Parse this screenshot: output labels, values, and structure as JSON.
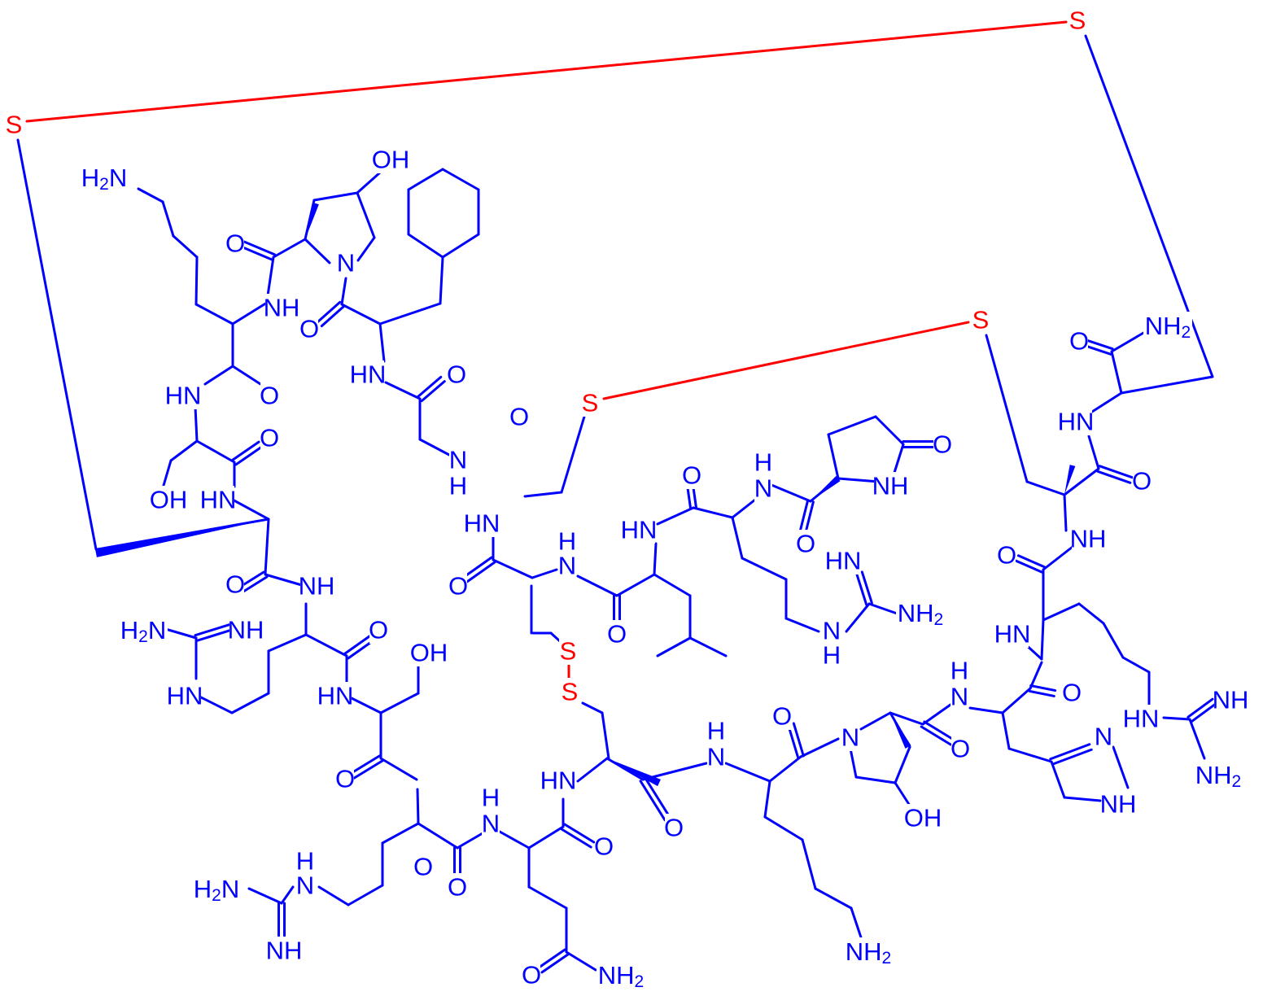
{
  "colors": {
    "backbone": "#0000ff",
    "disulfide": "#ff0000",
    "background": "#ffffff"
  },
  "atoms": [
    {
      "id": "s_top_left",
      "text": "S",
      "element": "S"
    },
    {
      "id": "s_top_right",
      "text": "S",
      "element": "S"
    },
    {
      "id": "s_mid_right",
      "text": "S",
      "element": "S"
    },
    {
      "id": "s_mid_center",
      "text": "S",
      "element": "S"
    },
    {
      "id": "s_ss_upper",
      "text": "S",
      "element": "S"
    },
    {
      "id": "s_ss_lower",
      "text": "S",
      "element": "S"
    },
    {
      "id": "lys1_nh2",
      "text": "H2N",
      "element": "N"
    },
    {
      "id": "hyp1_oh",
      "text": "OH",
      "element": "O"
    },
    {
      "id": "hyp1_o",
      "text": "O",
      "element": "O"
    },
    {
      "id": "hyp1_n",
      "text": "N",
      "element": "N"
    },
    {
      "id": "lys1_nh",
      "text": "NH",
      "element": "N"
    },
    {
      "id": "hyp1_co_o",
      "text": "O",
      "element": "O"
    },
    {
      "id": "gly_hn",
      "text": "HN",
      "element": "N"
    },
    {
      "id": "gly_o",
      "text": "O",
      "element": "O"
    },
    {
      "id": "ser1_hn",
      "text": "HN",
      "element": "N"
    },
    {
      "id": "lys1_o",
      "text": "O",
      "element": "O"
    },
    {
      "id": "ser1_o",
      "text": "O",
      "element": "O"
    },
    {
      "id": "ser1_oh",
      "text": "OH",
      "element": "O"
    },
    {
      "id": "cys1_hn",
      "text": "HN",
      "element": "N"
    },
    {
      "id": "cys1_o",
      "text": "O",
      "element": "O"
    },
    {
      "id": "arg1_co_o",
      "text": "O",
      "element": "O"
    },
    {
      "id": "arg1_nh",
      "text": "NH",
      "element": "N"
    },
    {
      "id": "arg1_h2n",
      "text": "H2N",
      "element": "N"
    },
    {
      "id": "arg1_nh_imine",
      "text": "NH",
      "element": "N"
    },
    {
      "id": "arg1_hn",
      "text": "HN",
      "element": "N"
    },
    {
      "id": "arg1_o",
      "text": "O",
      "element": "O"
    },
    {
      "id": "ser2_oh",
      "text": "OH",
      "element": "O"
    },
    {
      "id": "ser2_hn",
      "text": "HN",
      "element": "N"
    },
    {
      "id": "ser2_o",
      "text": "O",
      "element": "O"
    },
    {
      "id": "gly_nh",
      "text": "N",
      "element": "N"
    },
    {
      "id": "gly_nh_h",
      "text": "H",
      "element": "H"
    },
    {
      "id": "gly_co_o",
      "text": "O",
      "element": "O"
    },
    {
      "id": "cys2_hn",
      "text": "HN",
      "element": "N"
    },
    {
      "id": "cys2_o",
      "text": "O",
      "element": "O"
    },
    {
      "id": "cys3_nh_h",
      "text": "H",
      "element": "H"
    },
    {
      "id": "cys3_nh",
      "text": "N",
      "element": "N"
    },
    {
      "id": "leu_hn",
      "text": "HN",
      "element": "N"
    },
    {
      "id": "leu_o",
      "text": "O",
      "element": "O"
    },
    {
      "id": "arg2_nh_h",
      "text": "H",
      "element": "H"
    },
    {
      "id": "arg2_nh",
      "text": "N",
      "element": "N"
    },
    {
      "id": "arg2_co_o",
      "text": "O",
      "element": "O"
    },
    {
      "id": "leu_co_o",
      "text": "O",
      "element": "O"
    },
    {
      "id": "pglu_o",
      "text": "O",
      "element": "O"
    },
    {
      "id": "pglu_nh",
      "text": "NH",
      "element": "N"
    },
    {
      "id": "pglu_co_o",
      "text": "O",
      "element": "O"
    },
    {
      "id": "arg2_hn_imine",
      "text": "HN",
      "element": "N"
    },
    {
      "id": "arg2_nh2",
      "text": "NH2",
      "element": "N"
    },
    {
      "id": "arg2_n",
      "text": "N",
      "element": "N"
    },
    {
      "id": "arg2_n_h",
      "text": "H",
      "element": "H"
    },
    {
      "id": "arg3_nh_h",
      "text": "H",
      "element": "H"
    },
    {
      "id": "arg3_nh",
      "text": "N",
      "element": "N"
    },
    {
      "id": "arg3_h2n",
      "text": "H2N",
      "element": "N"
    },
    {
      "id": "arg3_n",
      "text": "N",
      "element": "N"
    },
    {
      "id": "arg3_nh_imine",
      "text": "NH",
      "element": "N"
    },
    {
      "id": "arg3_o",
      "text": "O",
      "element": "O"
    },
    {
      "id": "arg3_co_o",
      "text": "O",
      "element": "O"
    },
    {
      "id": "gln_nh_h",
      "text": "H",
      "element": "H"
    },
    {
      "id": "gln_nh",
      "text": "N",
      "element": "N"
    },
    {
      "id": "gln_o",
      "text": "O",
      "element": "O"
    },
    {
      "id": "gln_side_o",
      "text": "O",
      "element": "O"
    },
    {
      "id": "gln_nh2",
      "text": "NH2",
      "element": "N"
    },
    {
      "id": "cys4_hn",
      "text": "HN",
      "element": "N"
    },
    {
      "id": "cys4_o",
      "text": "O",
      "element": "O"
    },
    {
      "id": "lys2_nh_h",
      "text": "H",
      "element": "H"
    },
    {
      "id": "lys2_nh",
      "text": "N",
      "element": "N"
    },
    {
      "id": "lys2_o",
      "text": "O",
      "element": "O"
    },
    {
      "id": "hyp2_n",
      "text": "N",
      "element": "N"
    },
    {
      "id": "hyp2_oh",
      "text": "OH",
      "element": "O"
    },
    {
      "id": "hyp2_o",
      "text": "O",
      "element": "O"
    },
    {
      "id": "lys2_nh2",
      "text": "NH2",
      "element": "N"
    },
    {
      "id": "his_nh_h",
      "text": "H",
      "element": "H"
    },
    {
      "id": "his_nh",
      "text": "N",
      "element": "N"
    },
    {
      "id": "his_o",
      "text": "O",
      "element": "O"
    },
    {
      "id": "his_ring_n",
      "text": "N",
      "element": "N"
    },
    {
      "id": "his_ring_nh",
      "text": "NH",
      "element": "N"
    },
    {
      "id": "arg4_hn",
      "text": "HN",
      "element": "N"
    },
    {
      "id": "arg4_o",
      "text": "O",
      "element": "O"
    },
    {
      "id": "arg4_nh",
      "text": "NH",
      "element": "N"
    },
    {
      "id": "arg4_side_hn",
      "text": "HN",
      "element": "N"
    },
    {
      "id": "arg4_nh_imine",
      "text": "NH",
      "element": "N"
    },
    {
      "id": "arg4_nh2",
      "text": "NH2",
      "element": "N"
    },
    {
      "id": "cys5_hn",
      "text": "HN",
      "element": "N"
    },
    {
      "id": "cys5_o",
      "text": "O",
      "element": "O"
    },
    {
      "id": "cterm_o",
      "text": "O",
      "element": "O"
    },
    {
      "id": "cterm_nh2",
      "text": "NH2",
      "element": "N"
    }
  ]
}
